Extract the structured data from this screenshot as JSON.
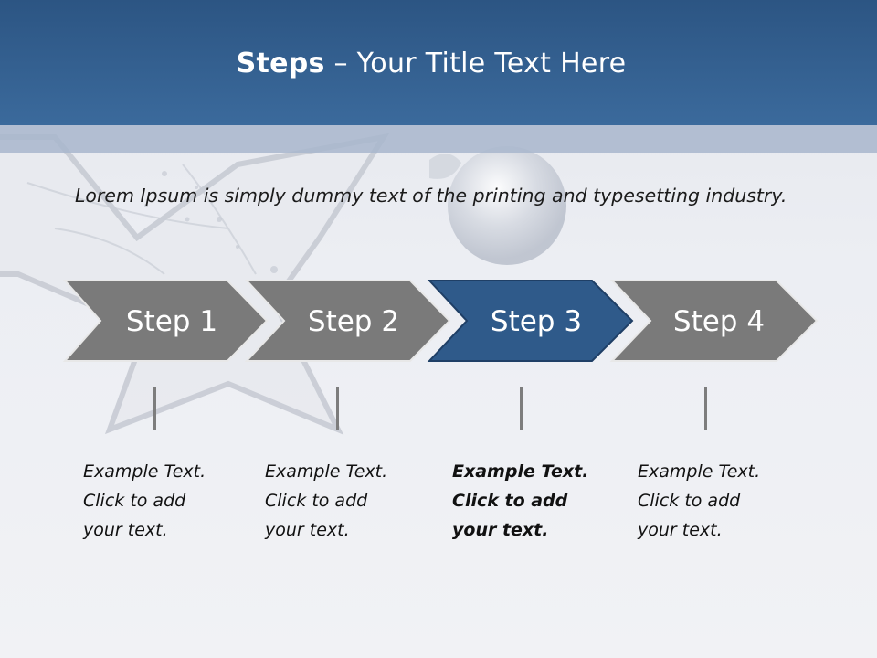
{
  "title": {
    "bold": "Steps",
    "rest": " – Your Title Text Here"
  },
  "intro": "Lorem Ipsum is simply dummy text of the printing and typesetting industry.",
  "colors": {
    "header": "#2c5583",
    "step_default": "#7a7a7a",
    "step_active": "#2f5a8a",
    "connector": "#7d7d7d"
  },
  "steps": [
    {
      "label": "Step 1",
      "active": false,
      "caption": [
        "Example Text.",
        "Click  to add",
        "your text."
      ]
    },
    {
      "label": "Step 2",
      "active": false,
      "caption": [
        "Example Text.",
        "Click  to add",
        "your text."
      ]
    },
    {
      "label": "Step 3",
      "active": true,
      "caption": [
        "Example Text.",
        "Click  to add",
        "your text."
      ]
    },
    {
      "label": "Step 4",
      "active": false,
      "caption": [
        "Example Text.",
        "Click  to add",
        "your text."
      ]
    }
  ]
}
